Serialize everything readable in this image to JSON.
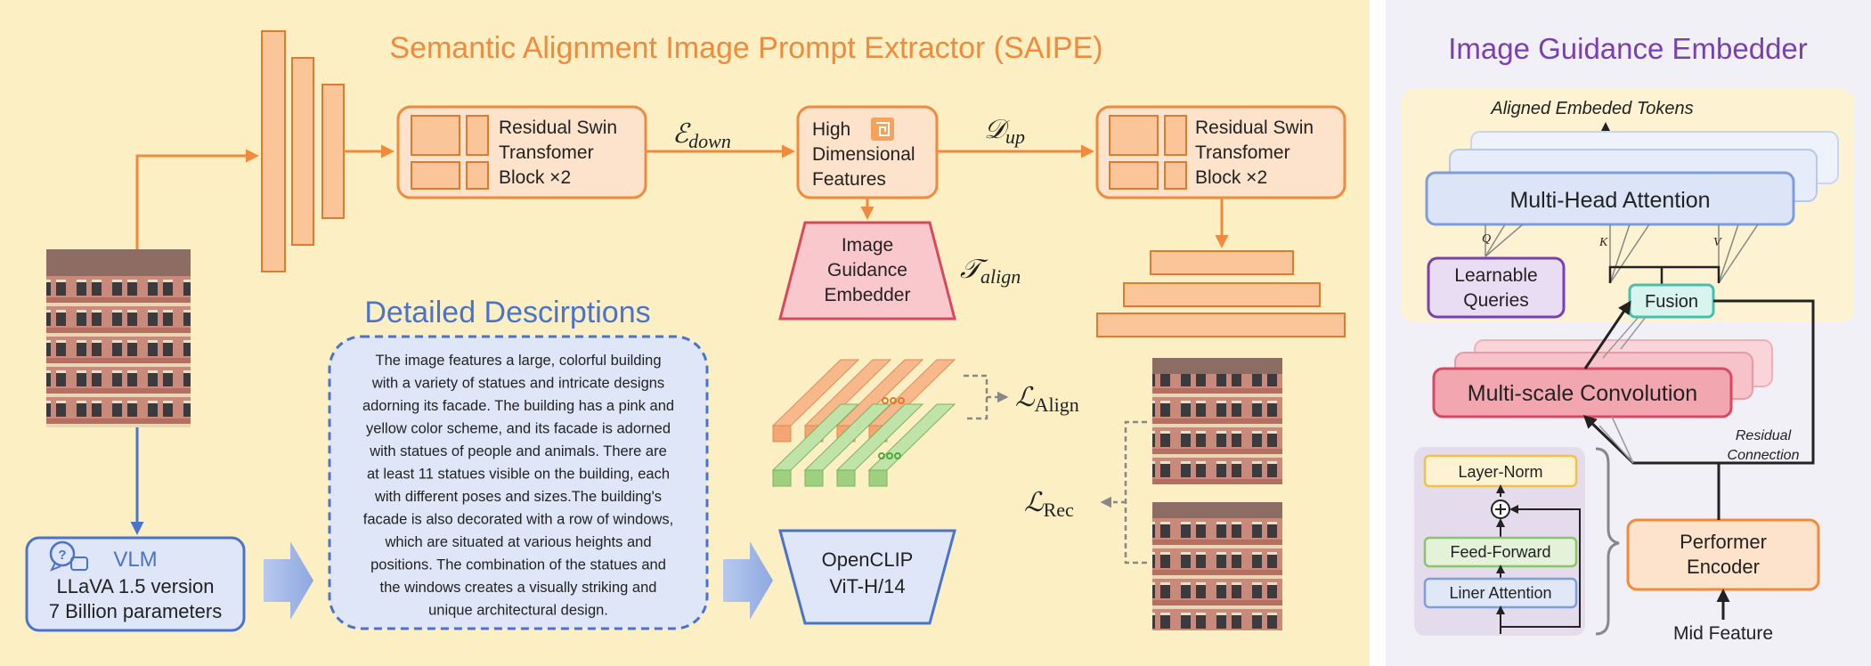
{
  "saipe": {
    "title": "Semantic Alignment Image Prompt Extractor (SAIPE)",
    "swin_block_left": [
      "Residual Swin",
      "Transfomer",
      "Block ×2"
    ],
    "swin_block_right": [
      "Residual Swin",
      "Transfomer",
      "Block ×2"
    ],
    "high_dim_features": [
      "High",
      "Dimensional",
      "Features"
    ],
    "image_guidance_embedder": [
      "Image",
      "Guidance",
      "Embedder"
    ],
    "e_down_symbol": "ℰ",
    "e_down_sub": "down",
    "d_up_symbol": "𝒟",
    "d_up_sub": "up",
    "t_align_symbol": "𝒯",
    "t_align_sub": "align",
    "l_align_symbol": "ℒ",
    "l_align_sub": "Align",
    "l_rec_symbol": "ℒ",
    "l_rec_sub": "Rec"
  },
  "descriptions": {
    "title": "Detailed Descirptions",
    "lines": [
      "The image features a large, colorful building",
      "with a variety of statues and intricate designs",
      "adorning its facade. The building has a pink and",
      "yellow color scheme, and its facade is adorned",
      "with statues of people and animals. There are",
      "at least 11 statues visible on the building, each",
      "with different poses and sizes.The building's",
      "facade is also decorated with a row of windows,",
      "which are situated at various heights and",
      "positions. The combination of the statues and",
      "the windows creates a visually striking and",
      "unique architectural design."
    ]
  },
  "vlm": {
    "title": "VLM",
    "line1": "LLaVA 1.5 version",
    "line2": "7 Billion parameters"
  },
  "openclip": {
    "line1": "OpenCLIP",
    "line2": "ViT-H/14"
  },
  "embedder": {
    "title": "Image Guidance Embedder",
    "aligned_tokens": "Aligned Embeded Tokens",
    "mha": "Multi-Head Attention",
    "q": "Q",
    "k": "K",
    "v": "V",
    "learnable_queries": [
      "Learnable",
      "Queries"
    ],
    "fusion": "Fusion",
    "multiscale_conv": "Multi-scale Convolution",
    "residual_connection": [
      "Residual",
      "Connection"
    ],
    "layer_norm": "Layer-Norm",
    "feed_forward": "Feed-Forward",
    "liner_attention": "Liner Attention",
    "performer_encoder": [
      "Performer",
      "Encoder"
    ],
    "mid_feature": "Mid Feature"
  },
  "colors": {
    "orange": "#f08a3c",
    "orange_fill": "#fde3cc",
    "blue": "#4a74c9",
    "purple": "#7a3fb0",
    "red": "#d9485f",
    "left_bg": "#fdefc4",
    "right_bg": "#f2f0f7"
  }
}
